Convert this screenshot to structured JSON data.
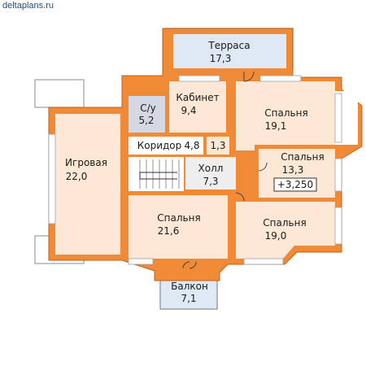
{
  "site": "deltaplans.ru",
  "colors": {
    "wall": "#f08a36",
    "wall_edge": "#c0601a",
    "room": "#fde8d6",
    "terrace": "#dfe8f5",
    "frame": "#9aa0a8"
  },
  "rooms": {
    "terrace": {
      "name": "Терраса",
      "area": "17,3"
    },
    "cabinet": {
      "name": "Кабинет",
      "area": "9,4"
    },
    "bath": {
      "name": "С/у",
      "area": "5,2"
    },
    "bedroom_ne": {
      "name": "Спальня",
      "area": "19,1"
    },
    "playroom": {
      "name": "Игровая",
      "area": "22,0"
    },
    "corridor": {
      "name": "Коридор",
      "area": "4,8"
    },
    "small": {
      "area": "1,3"
    },
    "bedroom_e": {
      "name": "Спальня",
      "area": "13,3"
    },
    "level": "+3,250",
    "hall": {
      "name": "Холл",
      "area": "7,3"
    },
    "bedroom_sw": {
      "name": "Спальня",
      "area": "21,6"
    },
    "bedroom_se": {
      "name": "Спальня",
      "area": "19,0"
    },
    "balcony": {
      "name": "Балкон",
      "area": "7,1"
    }
  }
}
